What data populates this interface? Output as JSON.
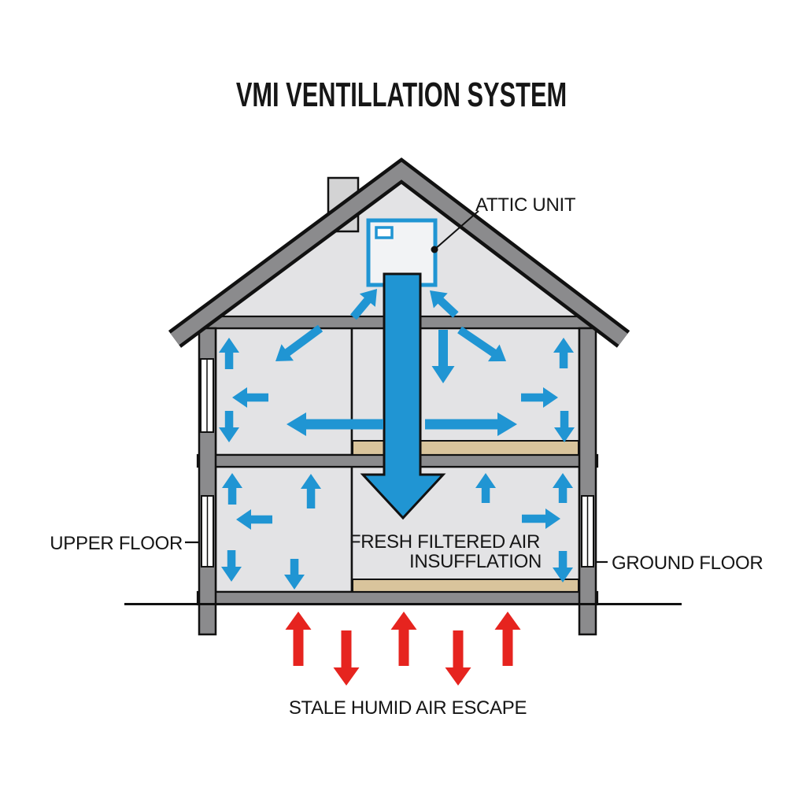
{
  "title": "VMI VENTILLATION SYSTEM",
  "labels": {
    "attic_unit": "ATTIC UNIT",
    "upper_floor": "UPPER FLOOR",
    "ground_floor": "GROUND FLOOR",
    "insufflation_line1": "FRESH FILTERED AIR",
    "insufflation_line2": "INSUFFLATION",
    "stale_air": "STALE HUMID AIR ESCAPE"
  },
  "colors": {
    "airflow_blue": "#2095d3",
    "escape_red": "#e6241f",
    "structure_gray": "#8b8b8d",
    "room_fill": "#e3e3e5",
    "floor_tan": "#d9c49c",
    "chimney_gray": "#d3d3d4",
    "outline_black": "#111111",
    "unit_fill": "#f2f3f5"
  },
  "diagram": {
    "airflow_defaults": {
      "shaft": 10.5,
      "head_w": 26,
      "head_l": 19
    },
    "escape_defaults": {
      "shaft": 13,
      "head_w": 33,
      "head_l": 23
    },
    "airflow_arrows": [
      {
        "dir": "attic-up-right",
        "f": [
          449,
          403
        ],
        "t": [
          479,
          367
        ]
      },
      {
        "dir": "attic-up-left",
        "f": [
          579,
          400
        ],
        "t": [
          546,
          369
        ]
      },
      {
        "dir": "up",
        "f": [
          291,
          469
        ],
        "t": [
          291,
          429
        ]
      },
      {
        "dir": "down-left",
        "f": [
          407,
          417
        ],
        "t": [
          350,
          459
        ]
      },
      {
        "dir": "left",
        "f": [
          341,
          505
        ],
        "t": [
          295,
          505
        ]
      },
      {
        "dir": "down",
        "f": [
          291,
          522
        ],
        "t": [
          291,
          562
        ]
      },
      {
        "dir": "left-long",
        "f": [
          487,
          539
        ],
        "t": [
          364,
          539
        ],
        "s": 13,
        "w": 30,
        "l": 25
      },
      {
        "dir": "down-long",
        "f": [
          563,
          419
        ],
        "t": [
          563,
          487
        ],
        "s": 12,
        "w": 29,
        "l": 22
      },
      {
        "dir": "down-right",
        "f": [
          584,
          419
        ],
        "t": [
          643,
          459
        ]
      },
      {
        "dir": "up",
        "f": [
          716,
          468
        ],
        "t": [
          716,
          429
        ]
      },
      {
        "dir": "right",
        "f": [
          662,
          505
        ],
        "t": [
          709,
          505
        ]
      },
      {
        "dir": "down",
        "f": [
          717,
          522
        ],
        "t": [
          717,
          562
        ]
      },
      {
        "dir": "right-long",
        "f": [
          540,
          539
        ],
        "t": [
          657,
          539
        ],
        "s": 13,
        "w": 30,
        "l": 25
      },
      {
        "dir": "up",
        "f": [
          295,
          641
        ],
        "t": [
          295,
          601
        ]
      },
      {
        "dir": "up",
        "f": [
          395,
          646
        ],
        "t": [
          395,
          602
        ]
      },
      {
        "dir": "left",
        "f": [
          346,
          660
        ],
        "t": [
          300,
          660
        ]
      },
      {
        "dir": "down",
        "f": [
          294,
          699
        ],
        "t": [
          294,
          739
        ]
      },
      {
        "dir": "down",
        "f": [
          374,
          710
        ],
        "t": [
          374,
          749
        ]
      },
      {
        "dir": "up",
        "f": [
          617,
          639
        ],
        "t": [
          617,
          601
        ]
      },
      {
        "dir": "up",
        "f": [
          715,
          639
        ],
        "t": [
          715,
          601
        ]
      },
      {
        "dir": "right",
        "f": [
          663,
          659
        ],
        "t": [
          712,
          659
        ]
      },
      {
        "dir": "down",
        "f": [
          715,
          700
        ],
        "t": [
          715,
          740
        ]
      }
    ],
    "escape_arrows": [
      {
        "dir": "up",
        "f": [
          379,
          846
        ],
        "t": [
          379,
          777
        ]
      },
      {
        "dir": "down",
        "f": [
          440,
          801
        ],
        "t": [
          440,
          871
        ]
      },
      {
        "dir": "up",
        "f": [
          513,
          846
        ],
        "t": [
          513,
          777
        ]
      },
      {
        "dir": "down",
        "f": [
          582,
          801
        ],
        "t": [
          582,
          871
        ]
      },
      {
        "dir": "up",
        "f": [
          645,
          846
        ],
        "t": [
          645,
          777
        ]
      }
    ]
  }
}
